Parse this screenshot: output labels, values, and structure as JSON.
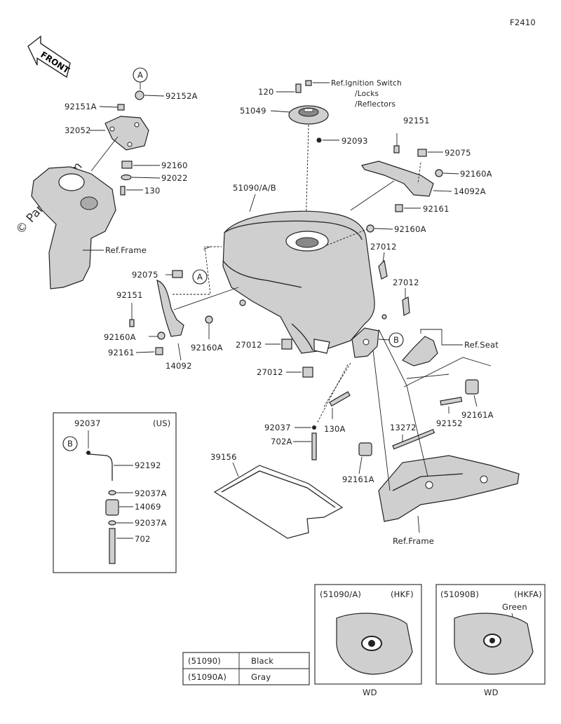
{
  "diagram_code": "F2410",
  "front_label": "FRONT",
  "watermark": "© Partzilla.com",
  "callouts": {
    "a1": "A",
    "a2": "A",
    "b1": "B",
    "b2": "B"
  },
  "labels": {
    "p92152A": "92152A",
    "p92151A": "92151A",
    "p32052": "32052",
    "p92160_top": "92160",
    "p92022": "92022",
    "p130": "130",
    "ref_frame_left": "Ref.Frame",
    "p120": "120",
    "ref_ignition_1": "Ref.Ignition Switch",
    "ref_ignition_2": "/Locks",
    "ref_ignition_3": "/Reflectors",
    "p51049": "51049",
    "p92093": "92093",
    "p92151_right": "92151",
    "p92075_right": "92075",
    "p92160A_right": "92160A",
    "p14092A": "14092A",
    "p92161_right": "92161",
    "p51090AB": "51090/A/B",
    "p92160A_mid": "92160A",
    "p27012_r1": "27012",
    "p27012_r2": "27012",
    "p92075_left": "92075",
    "p92151_left": "92151",
    "p92160A_left": "92160A",
    "p92161_left": "92161",
    "p14092": "14092",
    "p92160A_center": "92160A",
    "p27012_c1": "27012",
    "p27012_c2": "27012",
    "ref_seat": "Ref.Seat",
    "p130A": "130A",
    "p92037_center": "92037",
    "p702A": "702A",
    "p13272": "13272",
    "p92152_right": "92152",
    "p92161A_right": "92161A",
    "p92161A_left": "92161A",
    "p39156": "39156",
    "ref_frame_right": "Ref.Frame"
  },
  "us_box": {
    "title": "(US)",
    "p92037": "92037",
    "p92192": "92192",
    "p92037A_1": "92037A",
    "p14069": "14069",
    "p92037A_2": "92037A",
    "p702": "702"
  },
  "variants": [
    {
      "code": "(51090/A)",
      "market": "(HKF)",
      "note": "",
      "footer": "WD"
    },
    {
      "code": "(51090B)",
      "market": "(HKFA)",
      "note": "Green",
      "footer": "WD"
    }
  ],
  "color_table": [
    {
      "code": "(51090)",
      "color": "Black"
    },
    {
      "code": "(51090A)",
      "color": "Gray"
    }
  ]
}
